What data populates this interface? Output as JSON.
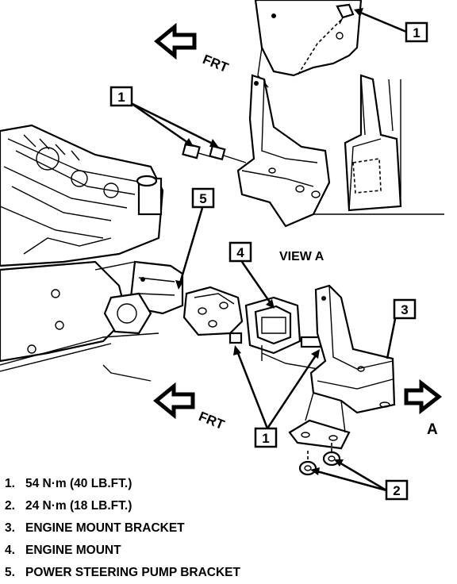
{
  "callouts": {
    "c1_top": "1",
    "c1_upper_left": "1",
    "c5": "5",
    "c4": "4",
    "c3": "3",
    "c1_bottom": "1",
    "c2": "2"
  },
  "labels": {
    "frt_top": "FRT",
    "frt_bottom": "FRT",
    "view_a": "VIEW A",
    "arrow_a": "A"
  },
  "legend": [
    {
      "num": "1.",
      "text": "54 N·m (40 LB.FT.)"
    },
    {
      "num": "2.",
      "text": "24 N·m (18 LB.FT.)"
    },
    {
      "num": "3.",
      "text": "ENGINE MOUNT BRACKET"
    },
    {
      "num": "4.",
      "text": "ENGINE MOUNT"
    },
    {
      "num": "5.",
      "text": "POWER STEERING PUMP BRACKET"
    }
  ]
}
